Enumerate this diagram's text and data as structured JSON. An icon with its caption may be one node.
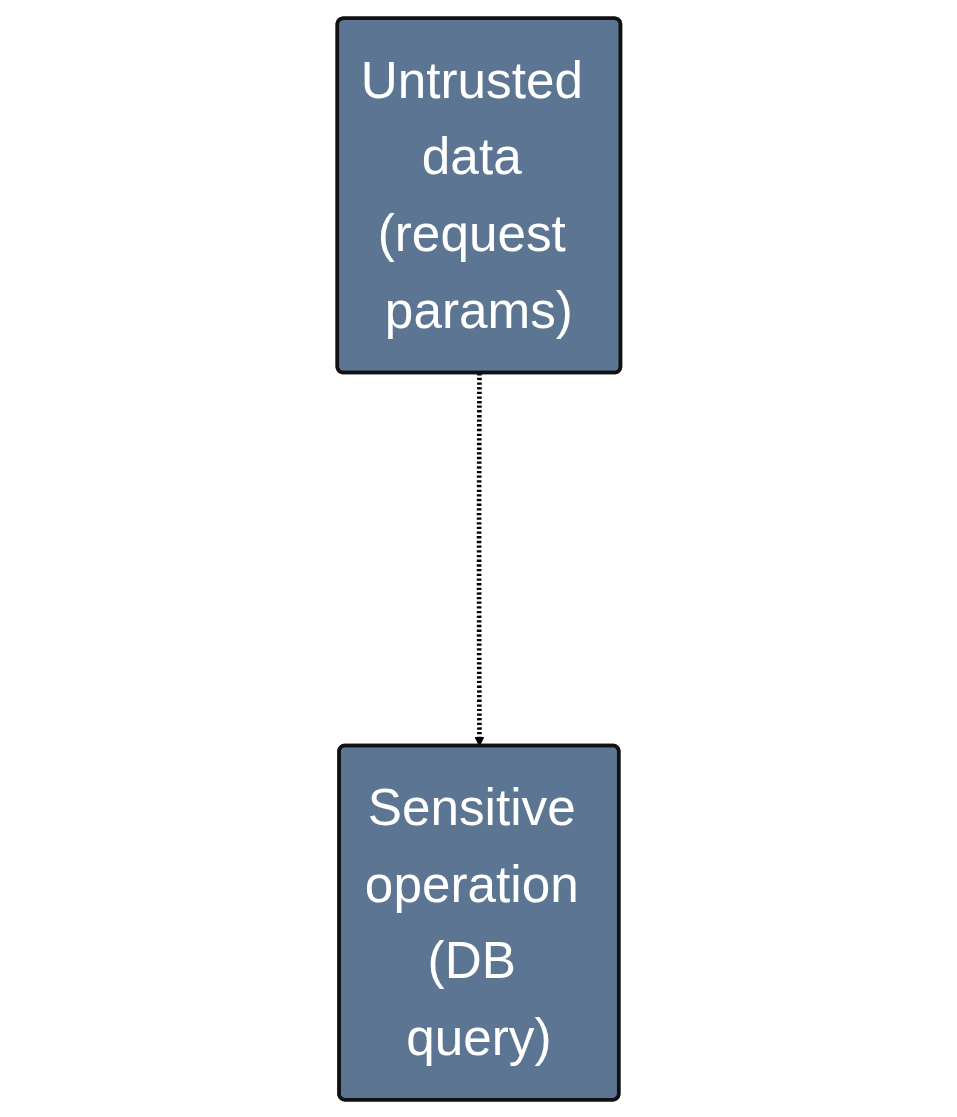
{
  "diagram": {
    "nodes": [
      {
        "text": [
          "Untrusted data (request params)"
        ]
      },
      {
        "text": [
          "Sensitive operation (DB query)"
        ]
      }
    ],
    "edges": [
      {
        "from": 0,
        "to": 1,
        "arrow": "to",
        "style": "dashed"
      }
    ]
  }
}
